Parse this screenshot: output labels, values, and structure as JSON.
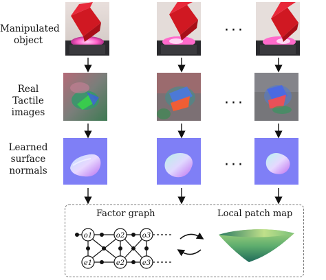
{
  "rows": [
    {
      "id": "manipulated",
      "label_lines": [
        "Manipulated",
        "object"
      ]
    },
    {
      "id": "tactile",
      "label_lines": [
        "Real",
        "Tactile",
        "images"
      ]
    },
    {
      "id": "normals",
      "label_lines": [
        "Learned",
        "surface",
        "normals"
      ]
    }
  ],
  "ellipsis": "···",
  "factor_graph": {
    "title": "Factor graph",
    "pose_nodes": [
      "o1",
      "o2",
      "o3"
    ],
    "measurement_nodes": [
      "e1",
      "e2",
      "e3"
    ]
  },
  "patch_map": {
    "title": "Local patch map"
  },
  "colors": {
    "cube": "#d01822",
    "sensor_glow": "#ff5fc8",
    "normal_bg": "#7f7ff6",
    "patch_top": "#9fd07a",
    "patch_bottom": "#1f6a5a"
  }
}
